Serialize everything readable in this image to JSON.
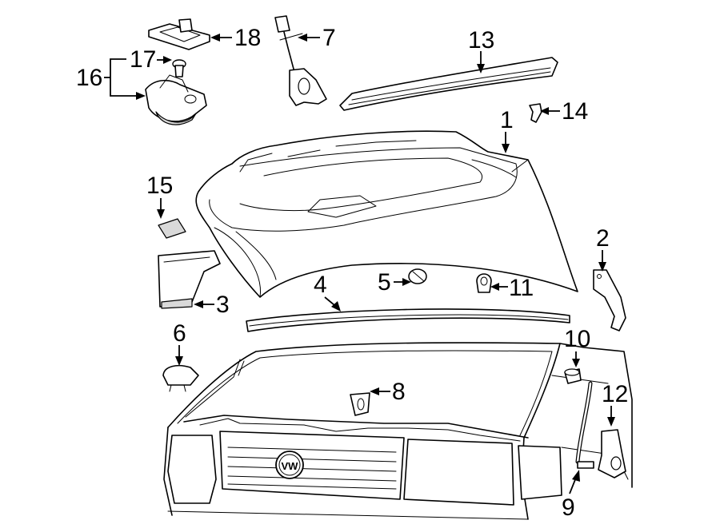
{
  "diagram": {
    "callouts": [
      {
        "id": "c1",
        "label": "1"
      },
      {
        "id": "c2",
        "label": "2"
      },
      {
        "id": "c3",
        "label": "3"
      },
      {
        "id": "c4",
        "label": "4"
      },
      {
        "id": "c5",
        "label": "5"
      },
      {
        "id": "c6",
        "label": "6"
      },
      {
        "id": "c7",
        "label": "7"
      },
      {
        "id": "c8",
        "label": "8"
      },
      {
        "id": "c9",
        "label": "9"
      },
      {
        "id": "c10",
        "label": "10"
      },
      {
        "id": "c11",
        "label": "11"
      },
      {
        "id": "c12",
        "label": "12"
      },
      {
        "id": "c13",
        "label": "13"
      },
      {
        "id": "c14",
        "label": "14"
      },
      {
        "id": "c15",
        "label": "15"
      },
      {
        "id": "c16",
        "label": "16"
      },
      {
        "id": "c17",
        "label": "17"
      },
      {
        "id": "c18",
        "label": "18"
      }
    ],
    "emblem_text": "VW"
  }
}
